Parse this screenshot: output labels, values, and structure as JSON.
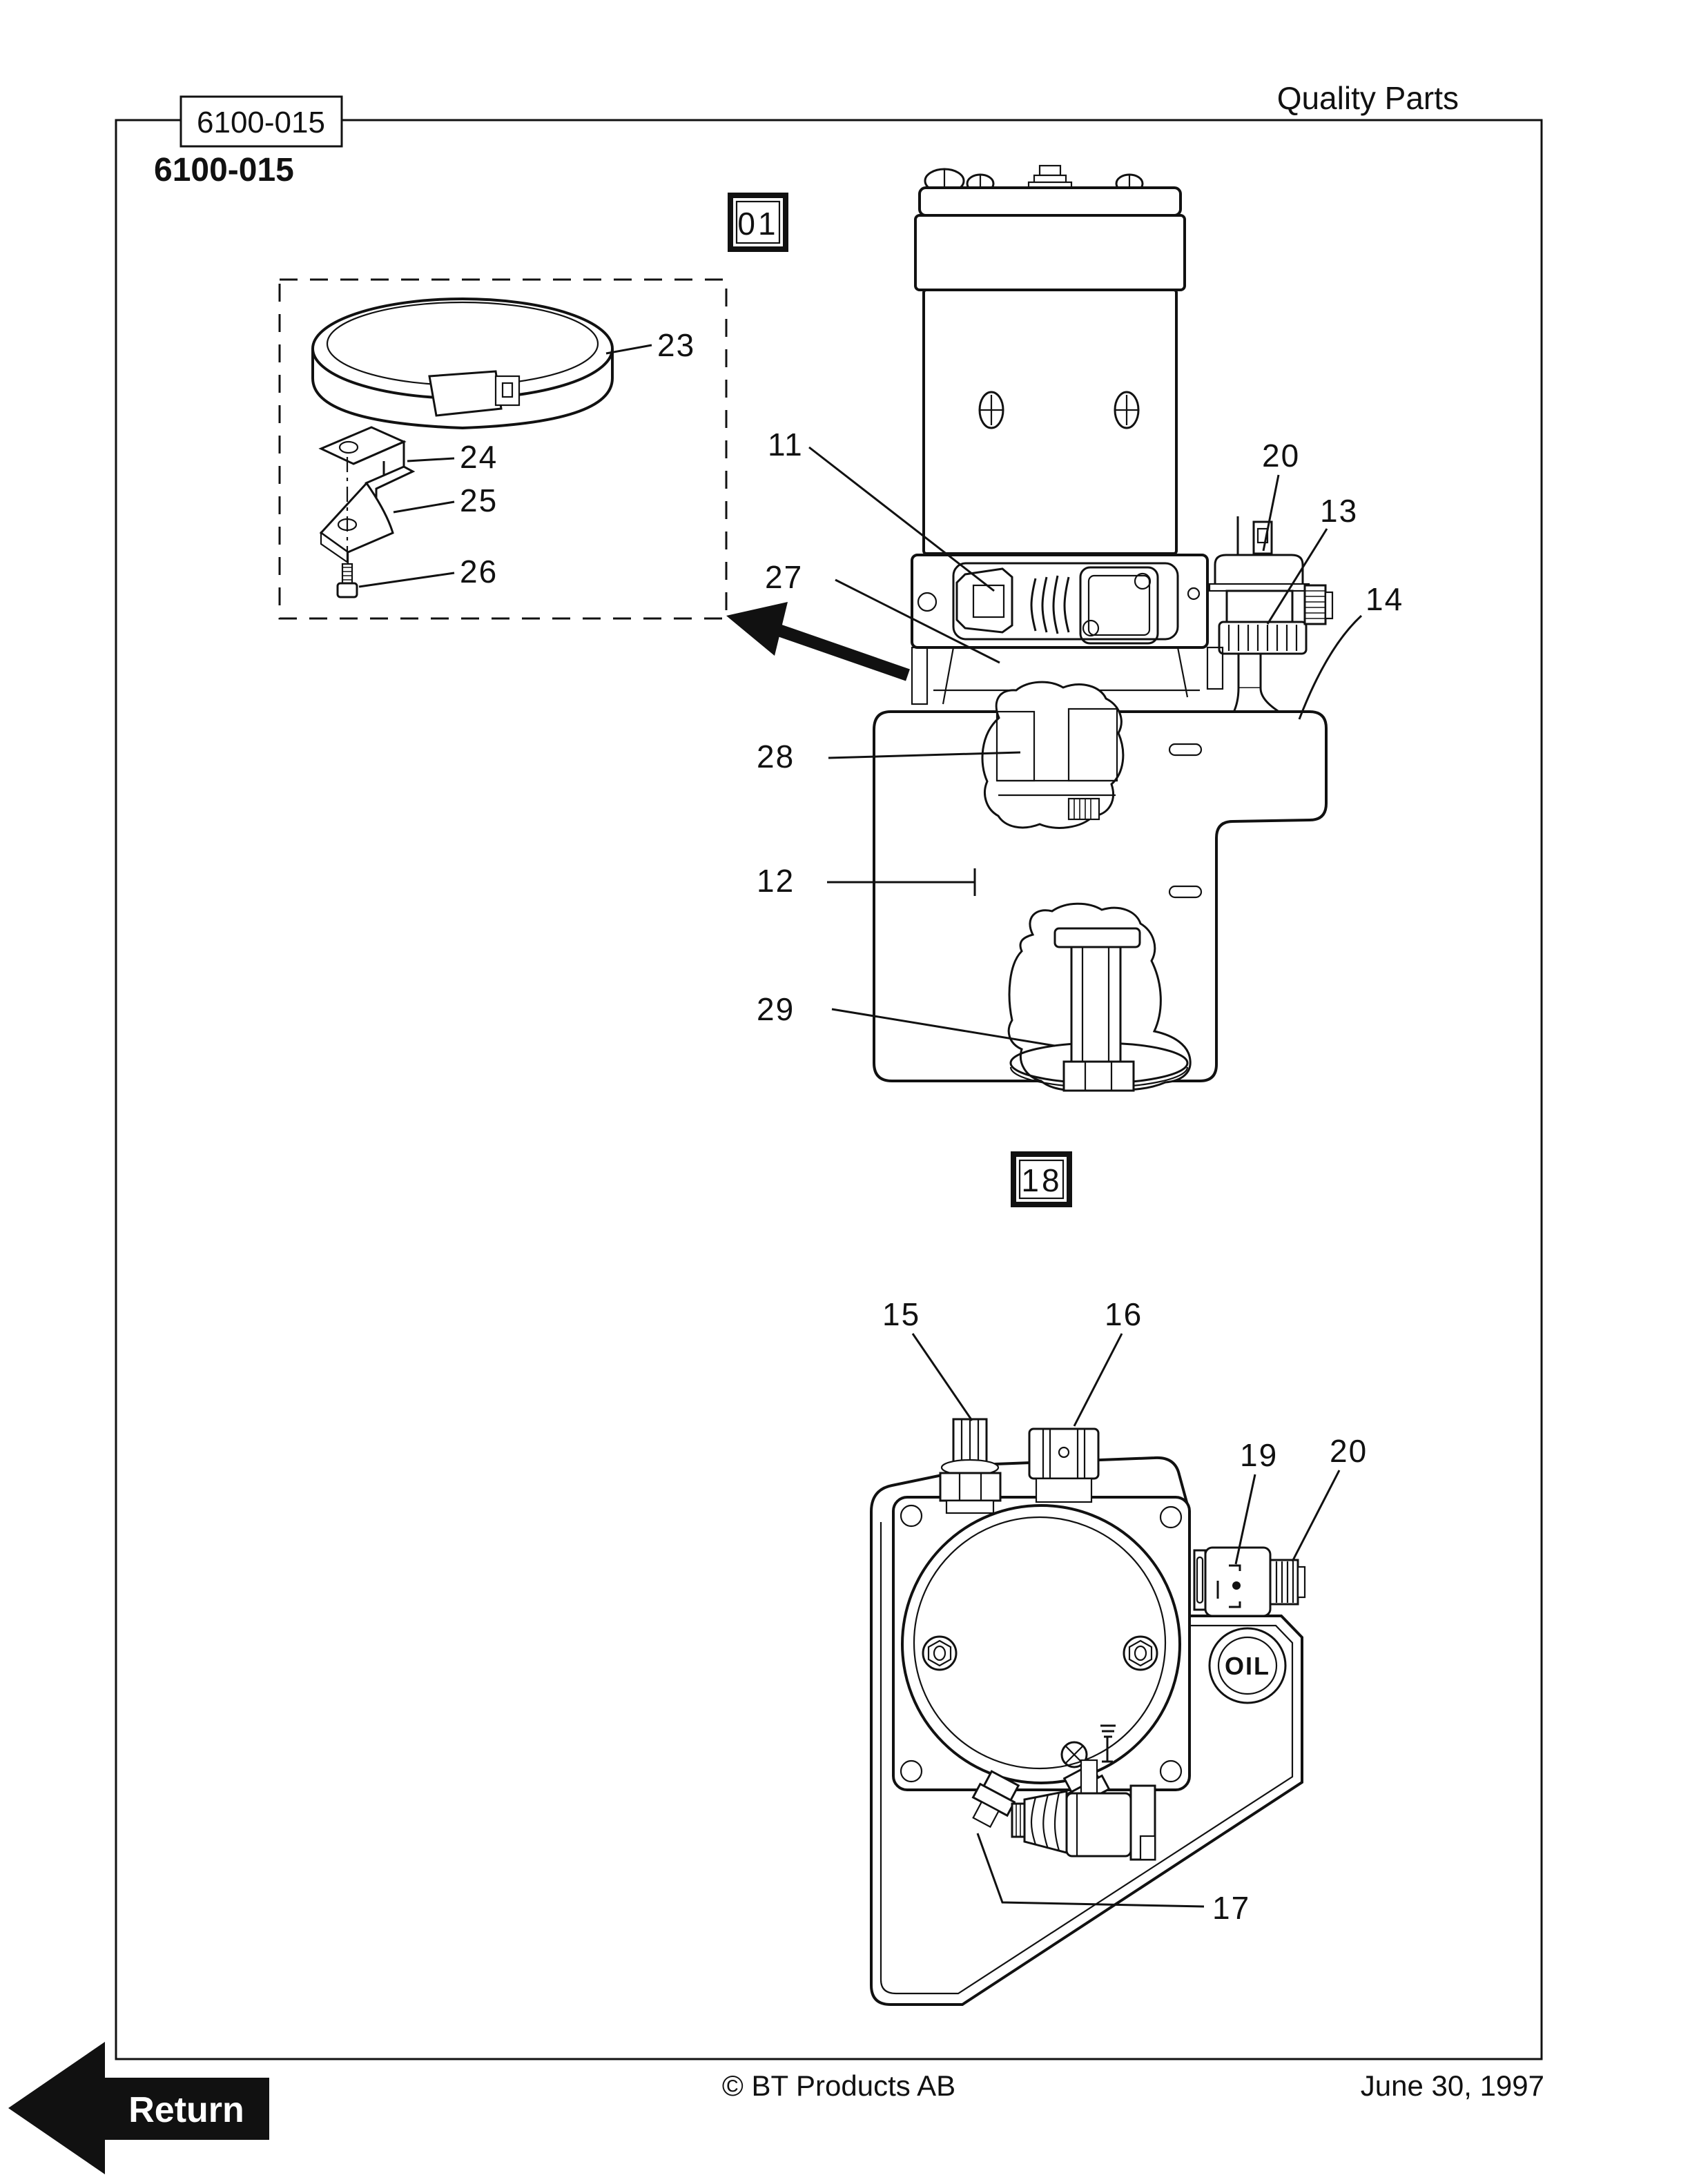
{
  "page": {
    "code_box": "6100-015",
    "code_bold": "6100-015",
    "brand": "Quality Parts",
    "footer_copyright": "© BT Products AB",
    "footer_date": "June 30, 1997",
    "return_label": "Return"
  },
  "diagram_upper": {
    "ref": "01",
    "callouts": {
      "c11": "11",
      "c12": "12",
      "c13": "13",
      "c14": "14",
      "c20": "20",
      "c23": "23",
      "c24": "24",
      "c25": "25",
      "c26": "26",
      "c27": "27",
      "c28": "28",
      "c29": "29"
    }
  },
  "diagram_lower": {
    "ref": "18",
    "oil_label": "OIL",
    "callouts": {
      "c15": "15",
      "c16": "16",
      "c17": "17",
      "c19": "19",
      "c20": "20"
    }
  }
}
